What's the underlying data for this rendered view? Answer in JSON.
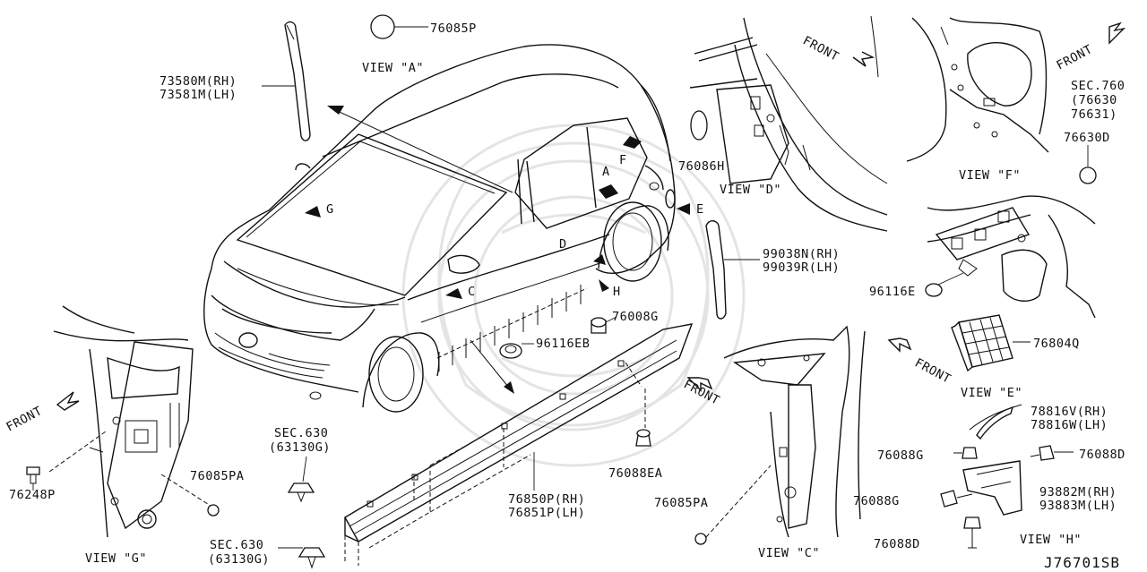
{
  "diagram": {
    "parts": [
      {
        "id": "p-76085P",
        "text": "76085P"
      },
      {
        "id": "p-73580M",
        "text": "73580M(RH)"
      },
      {
        "id": "p-73581M",
        "text": "73581M(LH)"
      },
      {
        "id": "p-76086H",
        "text": "76086H"
      },
      {
        "id": "p-sec760",
        "text": "SEC.760"
      },
      {
        "id": "p-76630",
        "text": "(76630"
      },
      {
        "id": "p-76631",
        "text": "76631)"
      },
      {
        "id": "p-76630D",
        "text": "76630D"
      },
      {
        "id": "p-99038N",
        "text": "99038N(RH)"
      },
      {
        "id": "p-99039R",
        "text": "99039R(LH)"
      },
      {
        "id": "p-96116E",
        "text": "96116E"
      },
      {
        "id": "p-76804Q",
        "text": "76804Q"
      },
      {
        "id": "p-76008G",
        "text": "76008G"
      },
      {
        "id": "p-96116EB",
        "text": "96116EB"
      },
      {
        "id": "p-76088EA",
        "text": "76088EA"
      },
      {
        "id": "p-76850P",
        "text": "76850P(RH)"
      },
      {
        "id": "p-76851P",
        "text": "76851P(LH)"
      },
      {
        "id": "p-sec630-a",
        "text": "SEC.630"
      },
      {
        "id": "p-63130G-a",
        "text": "(63130G)"
      },
      {
        "id": "p-sec630-b",
        "text": "SEC.630"
      },
      {
        "id": "p-63130G-b",
        "text": "(63130G)"
      },
      {
        "id": "p-76085PA-a",
        "text": "76085PA"
      },
      {
        "id": "p-76085PA-b",
        "text": "76085PA"
      },
      {
        "id": "p-76248P",
        "text": "76248P"
      },
      {
        "id": "p-78816V",
        "text": "78816V(RH)"
      },
      {
        "id": "p-78816W",
        "text": "78816W(LH)"
      },
      {
        "id": "p-76088G-a",
        "text": "76088G"
      },
      {
        "id": "p-76088D-a",
        "text": "76088D"
      },
      {
        "id": "p-76088G-b",
        "text": "76088G"
      },
      {
        "id": "p-93882M",
        "text": "93882M(RH)"
      },
      {
        "id": "p-93883M",
        "text": "93883M(LH)"
      },
      {
        "id": "p-76088D-b",
        "text": "76088D"
      }
    ],
    "views": [
      {
        "id": "view-a",
        "text": "VIEW \"A\""
      },
      {
        "id": "view-d",
        "text": "VIEW \"D\""
      },
      {
        "id": "view-f",
        "text": "VIEW \"F\""
      },
      {
        "id": "view-e",
        "text": "VIEW \"E\""
      },
      {
        "id": "view-g",
        "text": "VIEW \"G\""
      },
      {
        "id": "view-c",
        "text": "VIEW \"C\""
      },
      {
        "id": "view-h",
        "text": "VIEW \"H\""
      }
    ],
    "callouts": [
      {
        "id": "c-a",
        "text": "A"
      },
      {
        "id": "c-f",
        "text": "F"
      },
      {
        "id": "c-e",
        "text": "E"
      },
      {
        "id": "c-g",
        "text": "G"
      },
      {
        "id": "c-d",
        "text": "D"
      },
      {
        "id": "c-c",
        "text": "C"
      },
      {
        "id": "c-h",
        "text": "H"
      }
    ],
    "front_labels": [
      {
        "id": "front-d",
        "text": "FRONT"
      },
      {
        "id": "front-f",
        "text": "FRONT"
      },
      {
        "id": "front-e",
        "text": "FRONT"
      },
      {
        "id": "front-g",
        "text": "FRONT"
      },
      {
        "id": "front-c",
        "text": "FRONT"
      }
    ],
    "diagram_code": "J76701SB"
  }
}
